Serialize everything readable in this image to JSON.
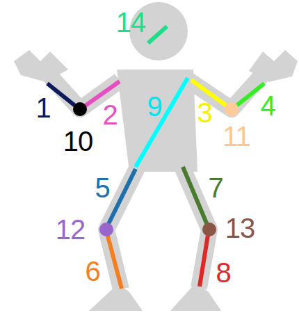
{
  "diagram": {
    "labels": [
      "14",
      "1",
      "2",
      "9",
      "3",
      "4",
      "10",
      "11",
      "5",
      "7",
      "12",
      "13",
      "6",
      "8"
    ]
  }
}
